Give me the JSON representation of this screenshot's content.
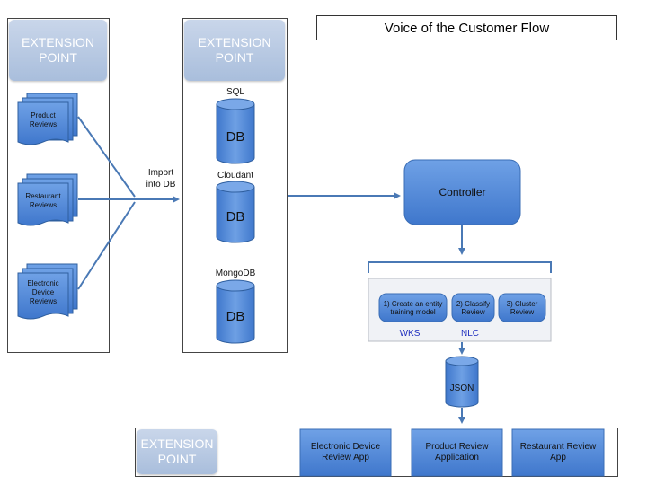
{
  "title": "Voice of the Customer Flow",
  "extension_point": "EXTENSION\nPOINT",
  "sources": [
    {
      "label": "Product\nReviews"
    },
    {
      "label": "Restaurant\nReviews"
    },
    {
      "label": "Electronic\nDevice\nReviews"
    }
  ],
  "import_label": "Import\ninto DB",
  "databases": [
    {
      "name": "SQL",
      "label": "DB"
    },
    {
      "name": "Cloudant",
      "label": "DB"
    },
    {
      "name": "MongoDB",
      "label": "DB"
    }
  ],
  "controller": "Controller",
  "steps": [
    {
      "label": "1) Create an entity training model"
    },
    {
      "label": "2) Classify Review"
    },
    {
      "label": "3) Cluster Review"
    }
  ],
  "services": [
    "WKS",
    "NLC"
  ],
  "json_label": "JSON",
  "apps": [
    {
      "label": "Electronic Device Review App"
    },
    {
      "label": "Product Review Application"
    },
    {
      "label": "Restaurant Review App"
    }
  ],
  "colors": {
    "box_blue": "#4f88d8",
    "extension_blue": "#b7c9e3",
    "arrow": "#4a79b5",
    "service_text": "#1f2fbf"
  }
}
